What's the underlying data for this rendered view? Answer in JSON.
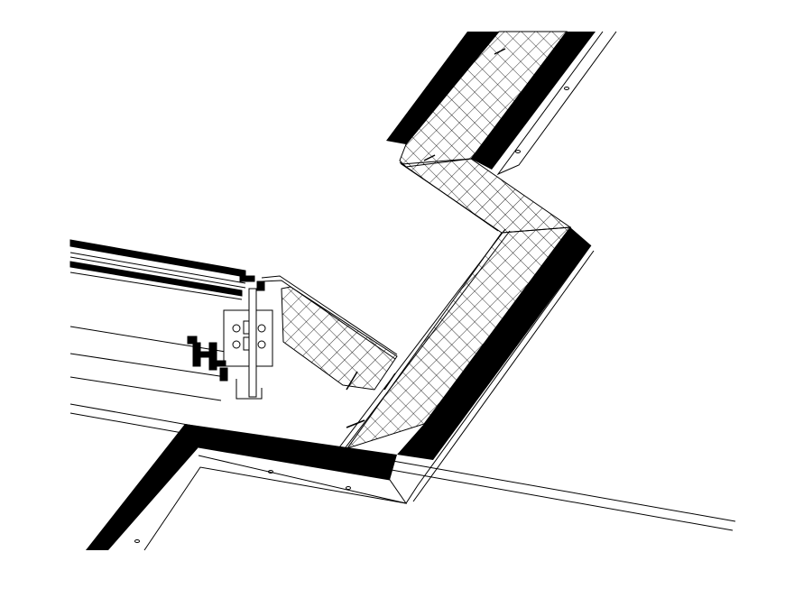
{
  "drawing": {
    "type": "architectural-section-detail",
    "colors": {
      "background": "#ffffff",
      "line": "#000000",
      "fill_solid": "#000000",
      "insulation_hatch": "#000000"
    },
    "materials": [
      "insulation-crosshatch",
      "solid-cladding",
      "aluminium-window-profile",
      "bracket-plate-with-bolts"
    ]
  }
}
